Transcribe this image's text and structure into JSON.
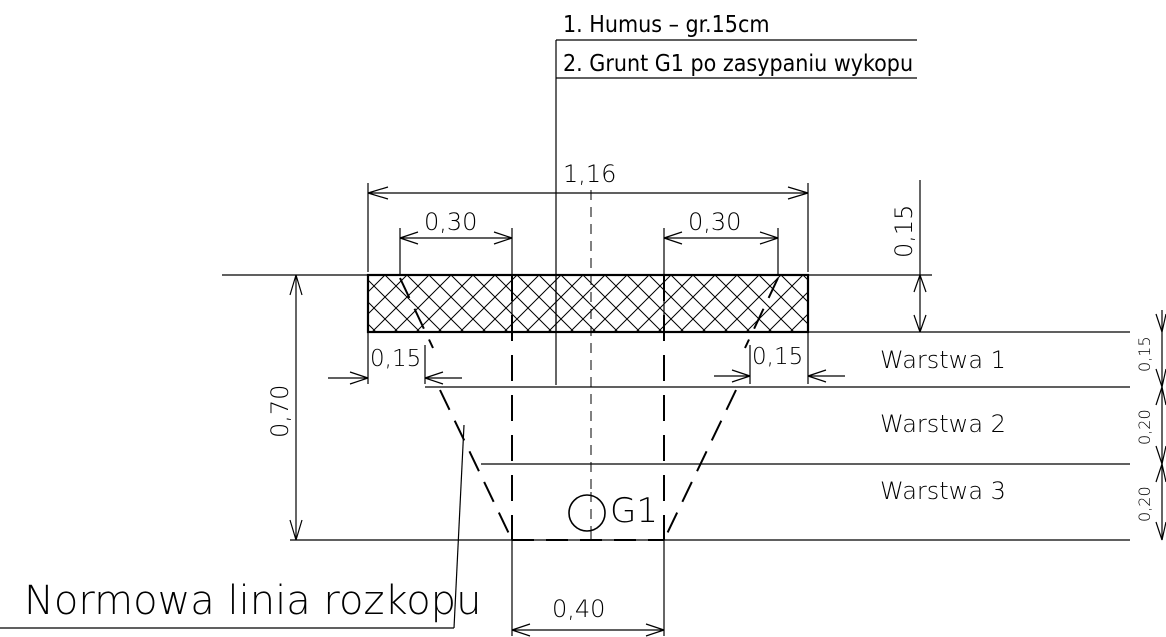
{
  "callout": {
    "item1": "1. Humus – gr.15cm",
    "item2": "2. Grunt G1 po zasypaniu wykopu"
  },
  "dimensions": {
    "top_width": "1,16",
    "left_offset": "0,30",
    "right_offset": "0,30",
    "humus_thickness": "0,15",
    "total_depth": "0,70",
    "left_slope": "0,15",
    "right_slope": "0,15",
    "bottom_width": "0,40"
  },
  "layers": [
    {
      "label": "Warstwa 1",
      "thickness": "0,15"
    },
    {
      "label": "Warstwa 2",
      "thickness": "0,20"
    },
    {
      "label": "Warstwa 3",
      "thickness": "0,20"
    }
  ],
  "pipe_label": "G1",
  "normative_line_label": "Normowa linia rozkopu"
}
